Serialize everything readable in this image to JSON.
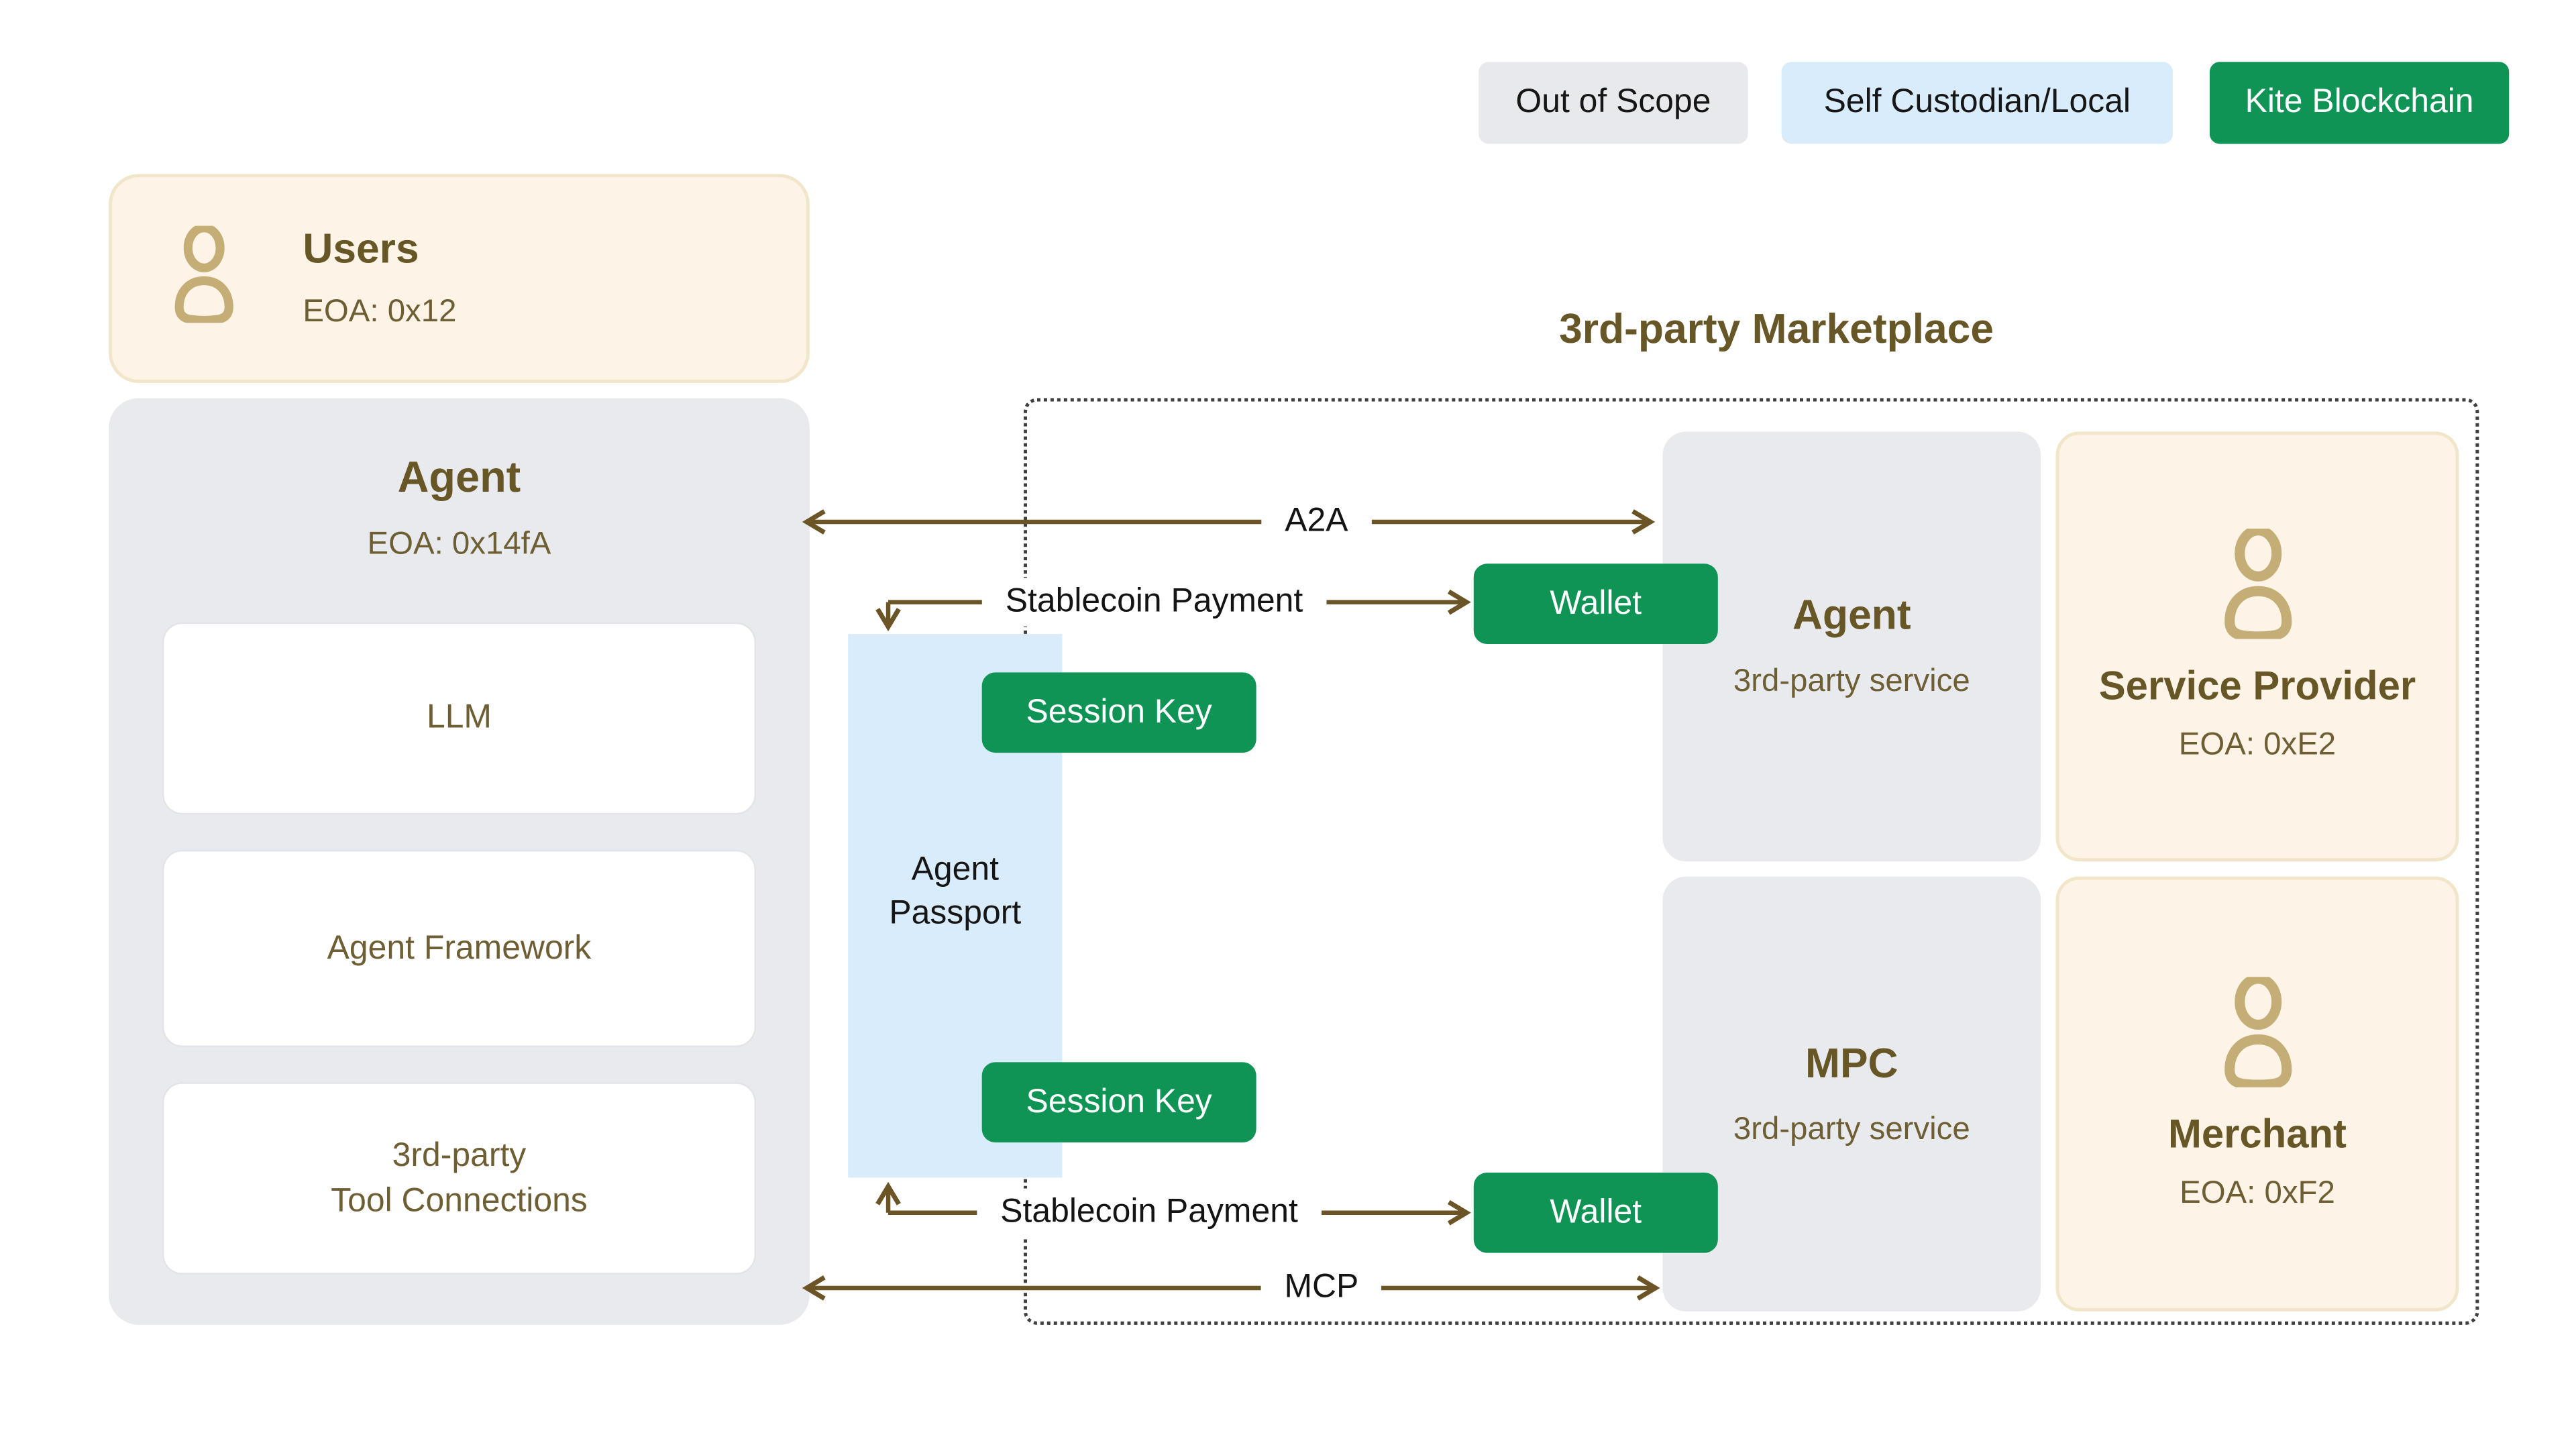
{
  "legend": {
    "out_of_scope": "Out of Scope",
    "self_custodian": "Self Custodian/Local",
    "kite_blockchain": "Kite Blockchain"
  },
  "users": {
    "title": "Users",
    "eoa": "EOA: 0x12"
  },
  "agent_panel": {
    "title": "Agent",
    "eoa": "EOA: 0x14fA",
    "llm": "LLM",
    "framework": "Agent Framework",
    "tools_line1": "3rd-party",
    "tools_line2": "Tool Connections"
  },
  "passport": {
    "label": "Agent Passport",
    "session_key_top": "Session Key",
    "session_key_bottom": "Session Key"
  },
  "marketplace": {
    "title": "3rd-party Marketplace",
    "agent_service": {
      "title": "Agent",
      "subtitle": "3rd-party service"
    },
    "service_provider": {
      "title": "Service Provider",
      "eoa": "EOA: 0xE2"
    },
    "mpc": {
      "title": "MPC",
      "subtitle": "3rd-party service"
    },
    "merchant": {
      "title": "Merchant",
      "eoa": "EOA: 0xF2"
    }
  },
  "connections": {
    "a2a": "A2A",
    "mcp": "MCP",
    "stablecoin_top": "Stablecoin Payment",
    "stablecoin_bottom": "Stablecoin Payment",
    "wallet_top": "Wallet",
    "wallet_bottom": "Wallet"
  },
  "colors": {
    "kite_green": "#0f9456",
    "custodian_blue": "#d9ecfb",
    "out_of_scope_gray": "#e8e9ec",
    "panel_gray": "#e9eaee",
    "cream": "#fdf4e7",
    "cream_border": "#f2e6ca",
    "olive_heading": "#675626",
    "olive_text": "#6e5e33",
    "tan_icon": "#c4ae76",
    "arrow_brown": "#6b5426",
    "label_black": "#141414"
  }
}
